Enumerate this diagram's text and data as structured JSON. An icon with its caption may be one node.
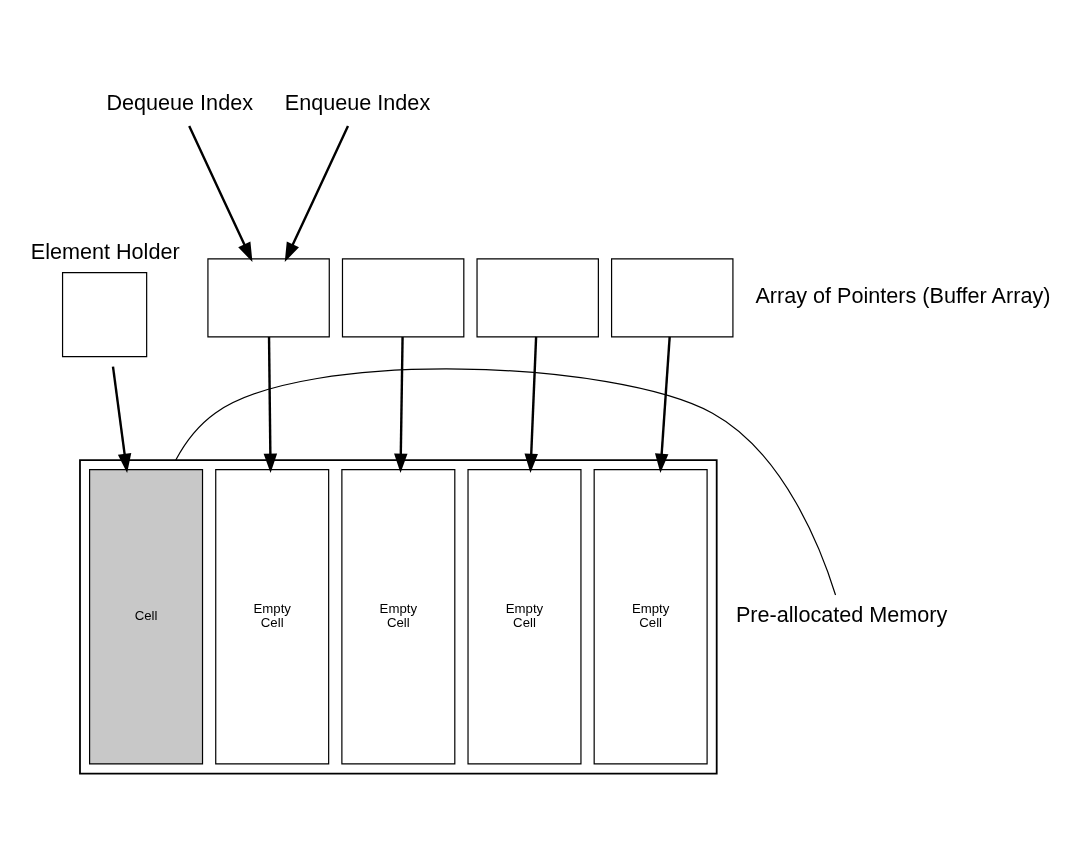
{
  "diagram": {
    "nodes": [
      {
        "text": [
          "Dequeue Index"
        ]
      },
      {
        "text": [
          "Enqueue Index"
        ]
      },
      {
        "text": [
          "Element Holder"
        ]
      },
      {
        "text": [],
        "shape": "box"
      },
      {
        "text": [],
        "shape": "box"
      },
      {
        "text": [],
        "shape": "box"
      },
      {
        "text": [],
        "shape": "box"
      },
      {
        "text": [],
        "shape": "box"
      },
      {
        "text": [
          "Cell"
        ],
        "in": 7
      },
      {
        "text": [
          "Empty Cell"
        ],
        "in": 7
      },
      {
        "text": [
          "Empty Cell"
        ],
        "in": 7
      },
      {
        "text": [
          "Empty Cell"
        ],
        "in": 7
      },
      {
        "text": [
          "Empty Cell"
        ],
        "in": 7
      },
      {
        "text": [
          "Pre-allocated Memory"
        ]
      }
    ],
    "edges": [
      {
        "from": 0,
        "to": 3,
        "arrow": "to"
      },
      {
        "from": 1,
        "to": 3,
        "arrow": "to"
      },
      {
        "from": 2,
        "to": 8,
        "arrow": "to"
      },
      {
        "from": 3,
        "to": 9,
        "arrow": "to"
      },
      {
        "from": 4,
        "to": 10,
        "arrow": "to"
      },
      {
        "from": 5,
        "to": 11,
        "arrow": "to"
      },
      {
        "from": 6,
        "to": 12,
        "arrow": "to"
      },
      {
        "from": 13,
        "to": 7,
        "arrow": "none"
      }
    ],
    "labels": [
      "Array of Pointers (Buffer Array)"
    ]
  }
}
